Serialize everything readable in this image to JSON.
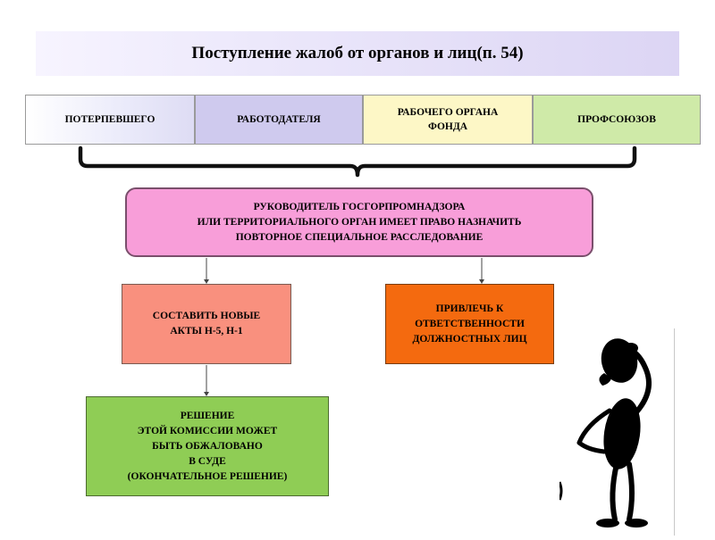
{
  "title": "Поступление жалоб от органов и лиц(п. 54)",
  "sources": [
    {
      "label": "ПОТЕРПЕВШЕГО"
    },
    {
      "label": "РАБОТОДАТЕЛЯ"
    },
    {
      "label": "РАБОЧЕГО ОРГАНА\nФОНДА"
    },
    {
      "label": "ПРОФСОЮЗОВ"
    }
  ],
  "decision_maker": "РУКОВОДИТЕЛЬ ГОСГОРПРОМНАДЗОРА\nИЛИ ТЕРРИТОРИАЛЬНОГО ОРГАН ИМЕЕТ ПРАВО НАЗНАЧИТЬ\nПОВТОРНОЕ СПЕЦИАЛЬНОЕ РАССЛЕДОВАНИЕ",
  "outcomes": {
    "new_acts": "СОСТАВИТЬ НОВЫЕ\nАКТЫ Н-5, Н-1",
    "responsibility": "ПРИВЛЕЧЬ К\nОТВЕТСТВЕННОСТИ\nДОЛЖНОСТНЫХ ЛИЦ",
    "appeal": "РЕШЕНИЕ\nЭТОЙ КОМИССИИ МОЖЕТ\nБЫТЬ ОБЖАЛОВАНО\nВ СУДЕ\n(ОКОНЧАТЕЛЬНОЕ РЕШЕНИЕ)"
  },
  "colors": {
    "pink": "#f89ed9",
    "salmon": "#f9907e",
    "orange": "#f46a0f",
    "green": "#8fcd55",
    "lavender": "#cfcaee",
    "cream": "#fdf7c6",
    "light_green": "#cfeaa8"
  },
  "illustration": "thinking-stick-figure"
}
